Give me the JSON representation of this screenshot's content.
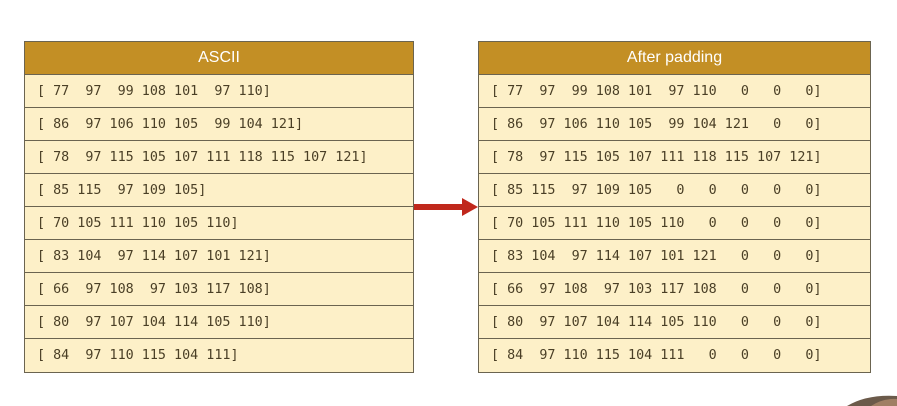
{
  "left_table": {
    "header": "ASCII",
    "rows": [
      "[ 77  97  99 108 101  97 110]",
      "[ 86  97 106 110 105  99 104 121]",
      "[ 78  97 115 105 107 111 118 115 107 121]",
      "[ 85 115  97 109 105]",
      "[ 70 105 111 110 105 110]",
      "[ 83 104  97 114 107 101 121]",
      "[ 66  97 108  97 103 117 108]",
      "[ 80  97 107 104 114 105 110]",
      "[ 84  97 110 115 104 111]"
    ]
  },
  "right_table": {
    "header": "After padding",
    "rows": [
      "[ 77  97  99 108 101  97 110   0   0   0]",
      "[ 86  97 106 110 105  99 104 121   0   0]",
      "[ 78  97 115 105 107 111 118 115 107 121]",
      "[ 85 115  97 109 105   0   0   0   0   0]",
      "[ 70 105 111 110 105 110   0   0   0   0]",
      "[ 83 104  97 114 107 101 121   0   0   0]",
      "[ 66  97 108  97 103 117 108   0   0   0]",
      "[ 80  97 107 104 114 105 110   0   0   0]",
      "[ 84  97 110 115 104 111   0   0   0   0]"
    ]
  },
  "colors": {
    "header_bg": "#c38f25",
    "row_bg": "#fdf0c8",
    "arrow": "#c0281c"
  }
}
